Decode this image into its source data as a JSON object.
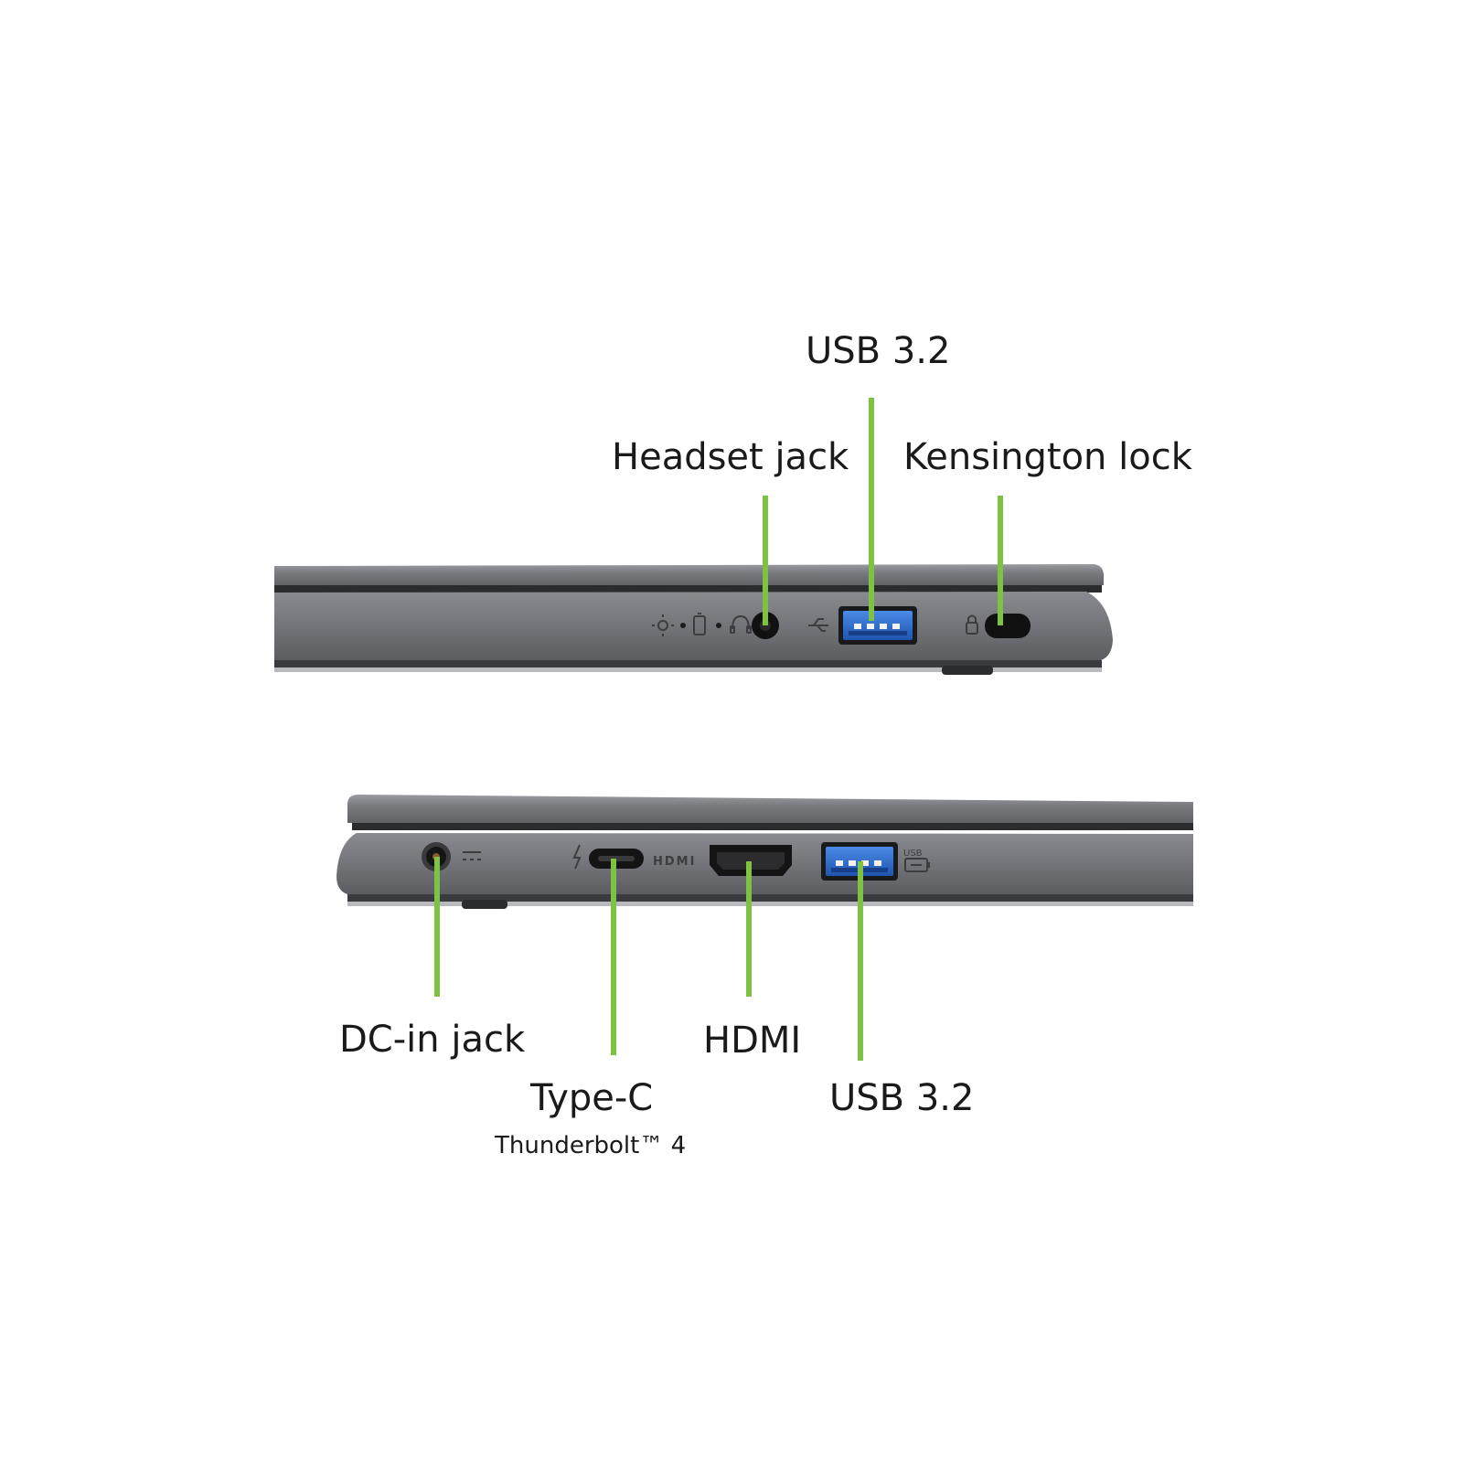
{
  "right_side": {
    "callouts": {
      "headset_jack": "Headset jack",
      "usb": "USB 3.2",
      "kensington_lock": "Kensington lock"
    },
    "port_markings": {
      "hdmi_text": "",
      "usb_text": "USB"
    }
  },
  "left_side": {
    "callouts": {
      "dc_in_jack": "DC-in jack",
      "type_c": "Type-C",
      "type_c_sub": "Thunderbolt™ 4",
      "hdmi": "HDMI",
      "usb": "USB 3.2"
    },
    "port_markings": {
      "hdmi_text": "HDMI",
      "usb_text": "USB"
    }
  },
  "colors": {
    "leader_line": "#7dc242",
    "chassis": "#6e6f73",
    "usb_port": "#2f6fcf",
    "background": "#ffffff"
  }
}
